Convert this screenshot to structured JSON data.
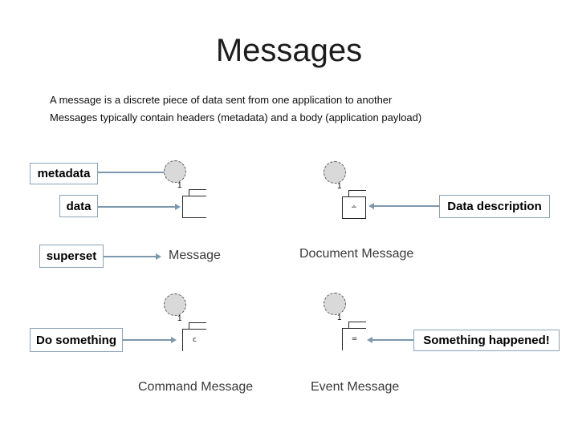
{
  "slide": {
    "title": "Messages",
    "body_lines": [
      "A message is a discrete piece of data sent from one application to another",
      "Messages typically contain headers (metadata) and a body (application payload)"
    ]
  },
  "callouts": {
    "metadata": "metadata",
    "data": "data",
    "superset": "superset",
    "do_something": "Do something",
    "data_description": "Data description",
    "something_happened": "Something happened!"
  },
  "pattern_labels": {
    "message": "Message",
    "document_message": "Document Message",
    "command_message": "Command Message",
    "event_message": "Event Message"
  },
  "icon_glyphs": {
    "multiplicity": "1",
    "document": "∸",
    "command": "c",
    "event": "="
  },
  "colors": {
    "connector": "#7d97ad",
    "label_border": "#8ba3b8",
    "circle_fill": "#d9d9d9",
    "circle_border": "#595959",
    "rect_border": "#262626",
    "caption_text": "#3a3a3a",
    "text": "#000000"
  }
}
